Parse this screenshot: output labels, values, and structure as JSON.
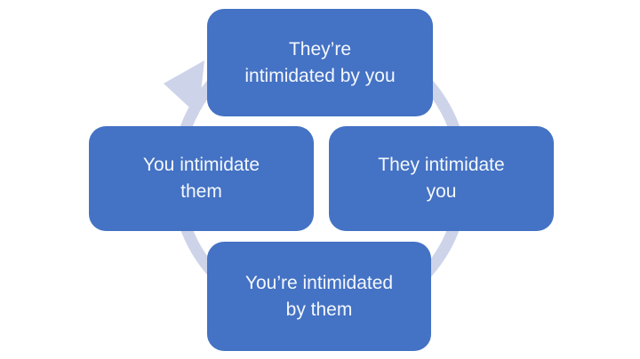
{
  "diagram": {
    "type": "cycle",
    "direction": "clockwise",
    "nodes": [
      {
        "position": "top",
        "label": "They’re\nintimidated by you"
      },
      {
        "position": "left",
        "label": "You intimidate\nthem"
      },
      {
        "position": "right",
        "label": "They intimidate\nyou"
      },
      {
        "position": "bottom",
        "label": "You’re intimidated\nby them"
      }
    ],
    "colors": {
      "node_fill": "#4472c4",
      "node_text": "#f4f8fd",
      "arrow": "#cdd3e9",
      "background": "#ffffff"
    }
  }
}
